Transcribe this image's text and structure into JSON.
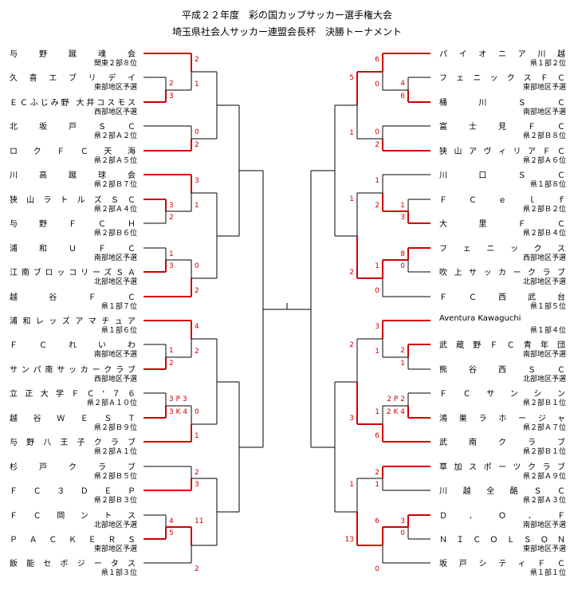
{
  "title": {
    "line1": "平成２２年度　彩の国カップサッカー選手権大会",
    "line2": "埼玉県社会人サッカー連盟会長杯　決勝トーナメント"
  },
  "colors": {
    "win": "#d00000",
    "line": "#000000"
  },
  "left_teams": [
    {
      "name": "与野蹴魂会",
      "sub": "関東２部８位"
    },
    {
      "name": "久喜エブリデイ",
      "sub": "東部地区予選"
    },
    {
      "name": "ＥＣふじみ野 大井コスモス",
      "sub": "西部地区予選"
    },
    {
      "name": "北坂戸ＳＣ",
      "sub": "県２部Ａ２位"
    },
    {
      "name": "ロクＦＣ天海",
      "sub": "県２部Ａ５位"
    },
    {
      "name": "川高蹴球会",
      "sub": "県２部Ｂ７位"
    },
    {
      "name": "狭山ラトルズＳＣ",
      "sub": "県２部Ａ４位"
    },
    {
      "name": "与野ＦＣＨ",
      "sub": "県２部Ｂ６位"
    },
    {
      "name": "浦和ＵＦＣ",
      "sub": "南部地区予選"
    },
    {
      "name": "江南ブロッコリーズＳＡ",
      "sub": "北部地区予選"
    },
    {
      "name": "越谷ＦＣ",
      "sub": "県１部７位"
    },
    {
      "name": "浦和レッズアマチュア",
      "sub": "県１部６位"
    },
    {
      "name": "ＦＣれいわ",
      "sub": "南部地区予選"
    },
    {
      "name": "サンパ南サッカークラブ",
      "sub": "西部地区予選"
    },
    {
      "name": "立正大学ＦＣ’７６",
      "sub": "県２部Ａ１０位"
    },
    {
      "name": "越谷ＷＥＳＴ",
      "sub": "県２部Ｂ９位"
    },
    {
      "name": "与野八王子クラブ",
      "sub": "県２部Ａ１位"
    },
    {
      "name": "杉戸クラブ",
      "sub": "県２部Ｂ５位"
    },
    {
      "name": "ＦＣ３ＤＥＰ",
      "sub": "県２部Ｂ３位"
    },
    {
      "name": "ＦＣ岡ントス",
      "sub": "北部地区予選"
    },
    {
      "name": "ＰＡＣＫＥＲＳ",
      "sub": "東部地区予選"
    },
    {
      "name": "飯能セボジータス",
      "sub": "県１部３位"
    }
  ],
  "right_teams": [
    {
      "name": "パイオニア川越",
      "sub": "県１部２位"
    },
    {
      "name": "フェニックスＦＣ",
      "sub": "東部地区予選"
    },
    {
      "name": "桶川ＳＣ",
      "sub": "南部地区予選"
    },
    {
      "name": "富士見ＦＣ",
      "sub": "県２部Ｂ８位"
    },
    {
      "name": "狭山アヴィリアＦＣ",
      "sub": "県２部Ａ６位"
    },
    {
      "name": "川口ＳＣ",
      "sub": "県１部８位"
    },
    {
      "name": "ＦＣｅｌｆ",
      "sub": "県２部Ｂ２位"
    },
    {
      "name": "大里ＦＣ",
      "sub": "県２部Ｂ４位"
    },
    {
      "name": "フェニックス",
      "sub": "西部地区予選"
    },
    {
      "name": "吹上サッカークラブ",
      "sub": "北部地区予選"
    },
    {
      "name": "ＦＣ西武台",
      "sub": "県１部５位"
    },
    {
      "name": "Aventura Kawaguchi",
      "sub": "県１部４位"
    },
    {
      "name": "武蔵野ＦＣ青年団",
      "sub": "南部地区予選"
    },
    {
      "name": "熊谷西ＳＣ",
      "sub": "北部地区予選"
    },
    {
      "name": "ＦＣサンシン",
      "sub": "県２部Ｂ１位"
    },
    {
      "name": "鴻巣ラホージャ",
      "sub": "県２部Ａ７位"
    },
    {
      "name": "武南クラブ",
      "sub": "県２部Ｂ１位"
    },
    {
      "name": "草加スポーツクラブ",
      "sub": "県２部Ａ９位"
    },
    {
      "name": "川越全酪ＳＣ",
      "sub": "県２部Ａ３位"
    },
    {
      "name": "Ｄ．Ｏ．Ｆ",
      "sub": "南部地区予選"
    },
    {
      "name": "ＮＩＣＯＬＳＯＮ",
      "sub": "東部地区予選"
    },
    {
      "name": "坂戸シティＦＣ",
      "sub": "県１部１位"
    }
  ],
  "left_scores": {
    "r1": [
      {
        "top": "2",
        "bottom": "3"
      },
      {
        "top": "3",
        "bottom": "2"
      },
      {
        "top": "1",
        "bottom": "3"
      },
      {
        "top": "1",
        "bottom": "2"
      },
      {
        "top": "3 P 3",
        "bottom": "3 K 4"
      },
      {
        "top": "4",
        "bottom": "5"
      }
    ],
    "r2": [
      {
        "top": "2",
        "bottom": "1"
      },
      {
        "top": "0",
        "bottom": "2"
      },
      {
        "top": "3",
        "bottom": "1"
      },
      {
        "top": "0",
        "bottom": "2"
      },
      {
        "top": "4",
        "bottom": "2"
      },
      {
        "top": "0",
        "bottom": "1"
      },
      {
        "top": "2",
        "bottom": "3"
      },
      {
        "top": "2",
        "bottom": "11"
      }
    ]
  },
  "right_scores": {
    "r1": [
      {
        "top": "4",
        "bottom": "6"
      },
      {
        "top": "1",
        "bottom": "3"
      },
      {
        "top": "8",
        "bottom": "0"
      },
      {
        "top": "2",
        "bottom": "1"
      },
      {
        "top": "2 P 2",
        "bottom": "2 K 4"
      },
      {
        "top": "3",
        "bottom": "0"
      }
    ],
    "r2": [
      {
        "top": "6",
        "bottom": "0"
      },
      {
        "top": "0",
        "bottom": "2"
      },
      {
        "top": "1",
        "bottom": "2"
      },
      {
        "top": "1",
        "bottom": "0"
      },
      {
        "top": "3",
        "bottom": "1"
      },
      {
        "top": "1",
        "bottom": "6"
      },
      {
        "top": "2",
        "bottom": "1"
      },
      {
        "top": "0",
        "bottom": "6"
      }
    ],
    "r3": [
      {
        "top": "5",
        "bottom": "1"
      },
      {
        "top": "1",
        "bottom": "2"
      },
      {
        "top": "2",
        "bottom": "3"
      },
      {
        "top": "1",
        "bottom": "13"
      }
    ]
  }
}
